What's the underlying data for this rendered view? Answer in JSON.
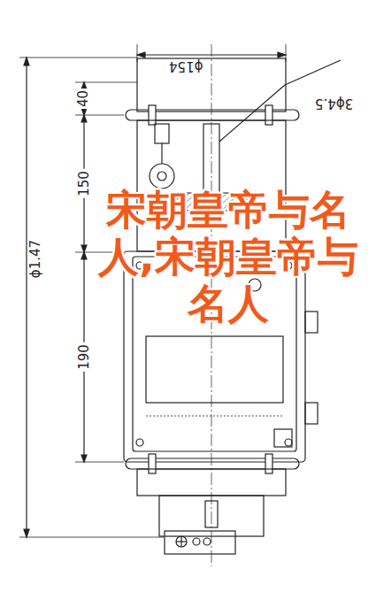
{
  "diagram": {
    "labels": [
      "ϕ154",
      "3ϕ4.5",
      "40",
      "150",
      "190",
      "ϕ1.47",
      "宋朝皇帝与名人,宋朝皇帝与名人"
    ]
  }
}
